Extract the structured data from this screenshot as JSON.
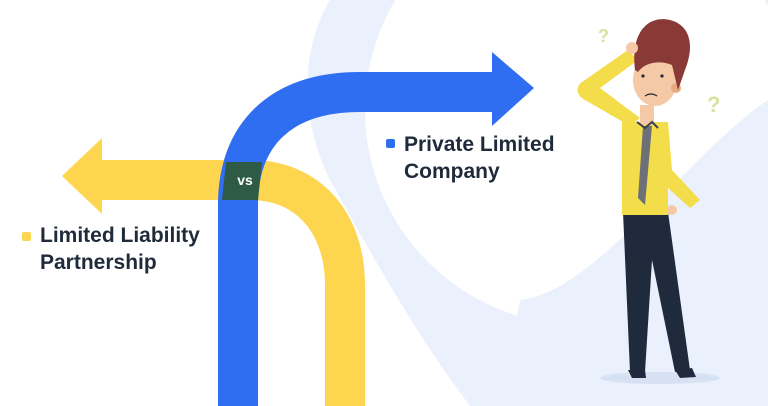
{
  "options": [
    {
      "label_line1": "Limited Liability",
      "label_line2": "Partnership",
      "color": "#fdd54f"
    },
    {
      "label_line1": "Private Limited",
      "label_line2": "Company",
      "color": "#2f6ef0"
    }
  ],
  "intersection_label": "vs",
  "colors": {
    "background_blue": "#eaf1fc",
    "intersection": "#2e5b45",
    "text": "#1f2a3a"
  },
  "decor": {
    "question_mark": "?"
  }
}
